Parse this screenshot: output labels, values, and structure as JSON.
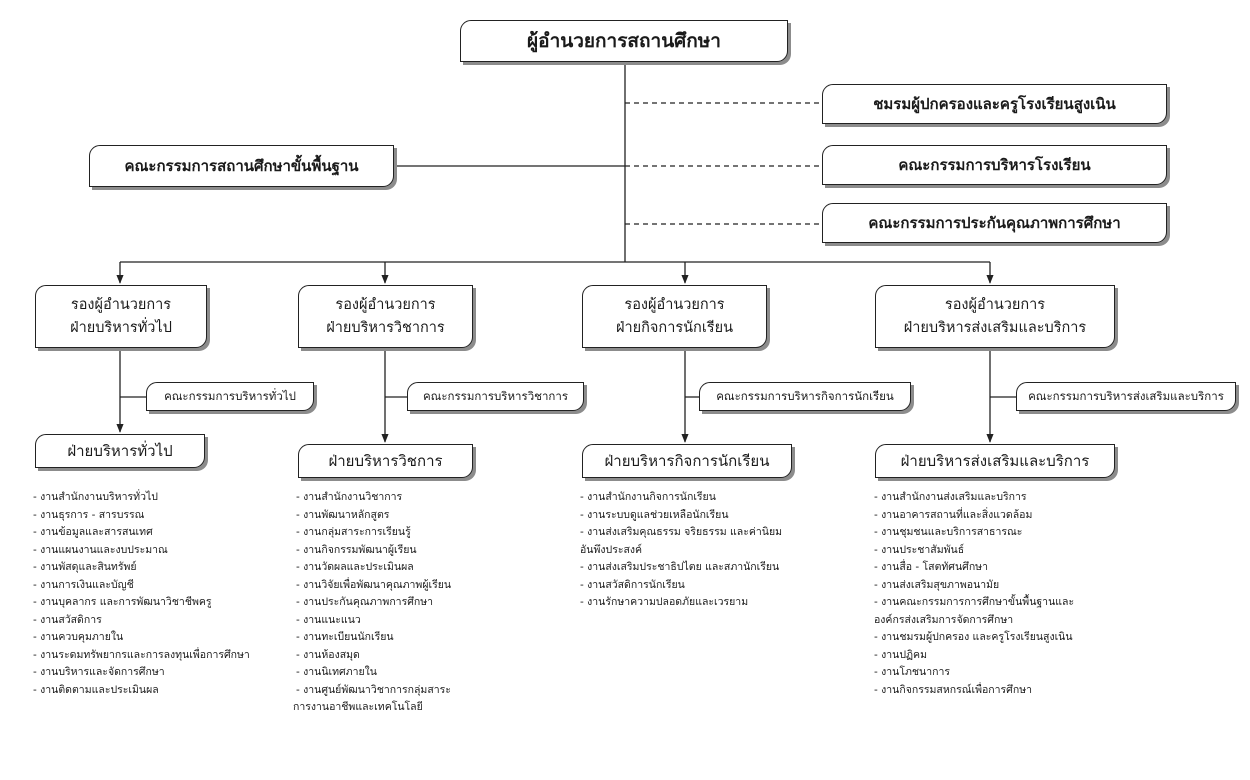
{
  "top": {
    "director": "ผู้อำนวยการสถานศึกษา"
  },
  "left_board": "คณะกรรมการสถานศึกษาขั้นพื้นฐาน",
  "right_boards": [
    "ชมรมผู้ปกครองและครูโรงเรียนสูงเนิน",
    "คณะกรรมการบริหารโรงเรียน",
    "คณะกรรมการประกันคุณภาพการศึกษา"
  ],
  "departments": [
    {
      "deputy_line1": "รองผู้อำนวยการ",
      "deputy_line2": "ฝ่ายบริหารทั่วไป",
      "committee": "คณะกรรมการบริหารทั่วไป",
      "division": "ฝ่ายบริหารทั่วไป",
      "tasks": [
        "งานสำนักงานบริหารทั่วไป",
        "งานธุรการ   - สารบรรณ",
        "งานข้อมูลและสารสนเทศ",
        "งานแผนงานและงบประมาณ",
        "งานพัสดุและสินทรัพย์",
        "งานการเงินและบัญชี",
        "งานบุคลากร และการพัฒนาวิชาชีพครู",
        "งานสวัสดิการ",
        "งานควบคุมภายใน",
        "งานระดมทรัพยากรและการลงทุนเพื่อการศึกษา",
        "งานบริหารและจัดการศึกษา",
        "งานติดตามและประเมินผล"
      ]
    },
    {
      "deputy_line1": "รองผู้อำนวยการ",
      "deputy_line2": "ฝ่ายบริหารวิชาการ",
      "committee": "คณะกรรมการบริหารวิชาการ",
      "division": "ฝ่ายบริหารวิชการ",
      "tasks": [
        "งานสำนักงานวิชาการ",
        "งานพัฒนาหลักสูตร",
        "งานกลุ่มสาระการเรียนรู้",
        "งานกิจกรรมพัฒนาผู้เรียน",
        "งานวัดผลและประเมินผล",
        "งานวิจัยเพื่อพัฒนาคุณภาพผู้เรียน",
        "งานประกันคุณภาพการศึกษา",
        "งานแนะแนว",
        "งานทะเบียนนักเรียน",
        "งานห้องสมุด",
        "งานนิเทศภายใน",
        "งานศูนย์พัฒนาวิชาการกลุ่มสาระ",
        "การงานอาชีพและเทคโนโลยี"
      ]
    },
    {
      "deputy_line1": "รองผู้อำนวยการ",
      "deputy_line2": "ฝ่ายกิจการนักเรียน",
      "committee": "คณะกรรมการบริหารกิจการนักเรียน",
      "division": "ฝ่ายบริหารกิจการนักเรียน",
      "tasks": [
        "งานสำนักงานกิจการนักเรียน",
        "งานระบบดูแลช่วยเหลือนักเรียน",
        "งานส่งเสริมคุณธรรม จริยธรรม และค่านิยม",
        "อันพึงประสงค์",
        "งานส่งเสริมประชาธิปไตย และสภานักเรียน",
        "งานสวัสดิการนักเรียน",
        "งานรักษาความปลอดภัยและเวรยาม"
      ]
    },
    {
      "deputy_line1": "รองผู้อำนวยการ",
      "deputy_line2": "ฝ่ายบริหารส่งเสริมและบริการ",
      "committee": "คณะกรรมการบริหารส่งเสริมและบริการ",
      "division": "ฝ่ายบริหารส่งเสริมและบริการ",
      "tasks": [
        "งานสำนักงานส่งเสริมและบริการ",
        "งานอาคารสถานที่และสิ่งแวดล้อม",
        "งานชุมชนและบริการสาธารณะ",
        "งานประชาสัมพันธ์",
        "งานสื่อ   - โสตทัศนศึกษา",
        "งานส่งเสริมสุขภาพอนามัย",
        "งานคณะกรรมการการศึกษาขั้นพื้นฐานและ",
        "องค์กรส่งเสริมการจัดการศึกษา",
        "งานชมรมผู้ปกครอง และครูโรงเรียนสูงเนิน",
        "งานปฏิคม",
        "งานโภชนาการ",
        "งานกิจกรรมสหกรณ์เพื่อการศึกษา"
      ]
    }
  ]
}
